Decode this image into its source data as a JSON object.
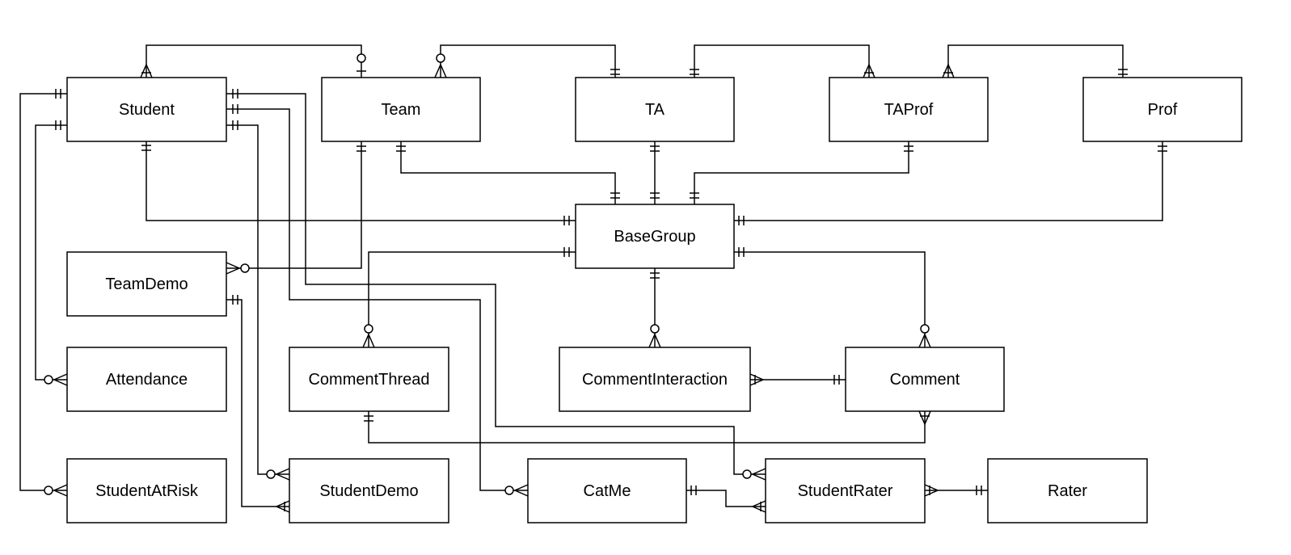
{
  "entities": {
    "student": "Student",
    "team": "Team",
    "ta": "TA",
    "taprof": "TAProf",
    "prof": "Prof",
    "basegroup": "BaseGroup",
    "teamdemo": "TeamDemo",
    "attendance": "Attendance",
    "commentthread": "CommentThread",
    "commentinteraction": "CommentInteraction",
    "comment": "Comment",
    "studentatrisk": "StudentAtRisk",
    "studentdemo": "StudentDemo",
    "catme": "CatMe",
    "studentrater": "StudentRater",
    "rater": "Rater"
  },
  "notation": "crow's foot",
  "relationships": [
    {
      "from": "Team",
      "from_card": "zero-or-one",
      "to": "Student",
      "to_card": "one-or-many"
    },
    {
      "from": "TA",
      "from_card": "one-and-only-one",
      "to": "Team",
      "to_card": "zero-or-many"
    },
    {
      "from": "TA",
      "from_card": "one-and-only-one",
      "to": "TAProf",
      "to_card": "one-or-many"
    },
    {
      "from": "Prof",
      "from_card": "one-and-only-one",
      "to": "TAProf",
      "to_card": "one-or-many"
    },
    {
      "from": "Student",
      "from_card": "one-and-only-one",
      "to": "BaseGroup",
      "to_card": "one-and-only-one"
    },
    {
      "from": "Team",
      "from_card": "one-and-only-one",
      "to": "BaseGroup",
      "to_card": "one-and-only-one"
    },
    {
      "from": "TA",
      "from_card": "one-and-only-one",
      "to": "BaseGroup",
      "to_card": "one-and-only-one"
    },
    {
      "from": "TAProf",
      "from_card": "one-and-only-one",
      "to": "BaseGroup",
      "to_card": "one-and-only-one"
    },
    {
      "from": "Prof",
      "from_card": "one-and-only-one",
      "to": "BaseGroup",
      "to_card": "one-and-only-one"
    },
    {
      "from": "Team",
      "from_card": "one-and-only-one",
      "to": "TeamDemo",
      "to_card": "zero-or-many"
    },
    {
      "from": "BaseGroup",
      "from_card": "one-and-only-one",
      "to": "CommentThread",
      "to_card": "zero-or-many"
    },
    {
      "from": "BaseGroup",
      "from_card": "one-and-only-one",
      "to": "CommentInteraction",
      "to_card": "zero-or-many"
    },
    {
      "from": "BaseGroup",
      "from_card": "one-and-only-one",
      "to": "Comment",
      "to_card": "zero-or-many"
    },
    {
      "from": "Comment",
      "from_card": "one-and-only-one",
      "to": "CommentInteraction",
      "to_card": "one-or-many"
    },
    {
      "from": "CommentThread",
      "from_card": "one-and-only-one",
      "to": "Comment",
      "to_card": "one-or-many"
    },
    {
      "from": "Student",
      "from_card": "one-and-only-one",
      "to": "Attendance",
      "to_card": "zero-or-many"
    },
    {
      "from": "Student",
      "from_card": "one-and-only-one",
      "to": "StudentAtRisk",
      "to_card": "zero-or-many"
    },
    {
      "from": "Student",
      "from_card": "one-and-only-one",
      "to": "StudentDemo",
      "to_card": "zero-or-many"
    },
    {
      "from": "TeamDemo",
      "from_card": "one-and-only-one",
      "to": "StudentDemo",
      "to_card": "one-or-many"
    },
    {
      "from": "Student",
      "from_card": "one-and-only-one",
      "to": "CatMe",
      "to_card": "zero-or-many"
    },
    {
      "from": "Student",
      "from_card": "one-and-only-one",
      "to": "StudentRater",
      "to_card": "zero-or-many"
    },
    {
      "from": "CatMe",
      "from_card": "one-and-only-one",
      "to": "StudentRater",
      "to_card": "one-or-many"
    },
    {
      "from": "Rater",
      "from_card": "one-and-only-one",
      "to": "StudentRater",
      "to_card": "one-or-many"
    }
  ]
}
